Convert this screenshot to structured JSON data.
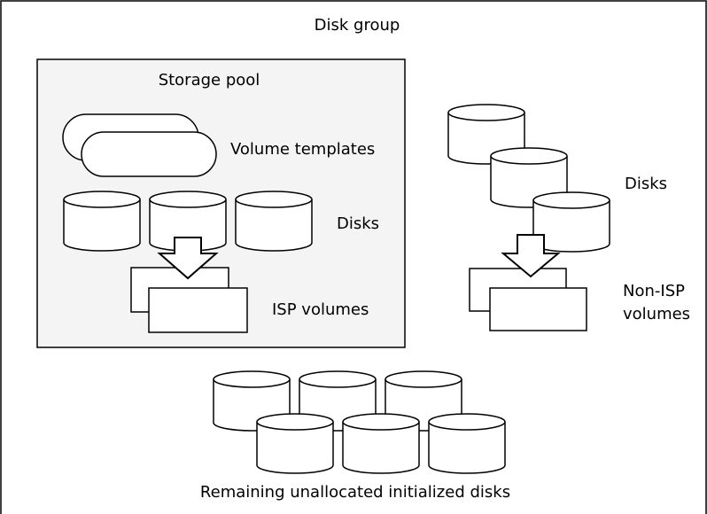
{
  "disk_group": {
    "title": "Disk group"
  },
  "storage_pool": {
    "title": "Storage pool",
    "templates_label": "Volume templates",
    "disks_label": "Disks",
    "volumes_label": "ISP volumes"
  },
  "non_isp": {
    "disks_label": "Disks",
    "volumes_label_line1": "Non-ISP",
    "volumes_label_line2": "volumes"
  },
  "unallocated": {
    "label": "Remaining unallocated initialized disks"
  },
  "colors": {
    "pool_fill": "#f4f4f4",
    "stroke": "#000000",
    "background": "#ffffff"
  }
}
